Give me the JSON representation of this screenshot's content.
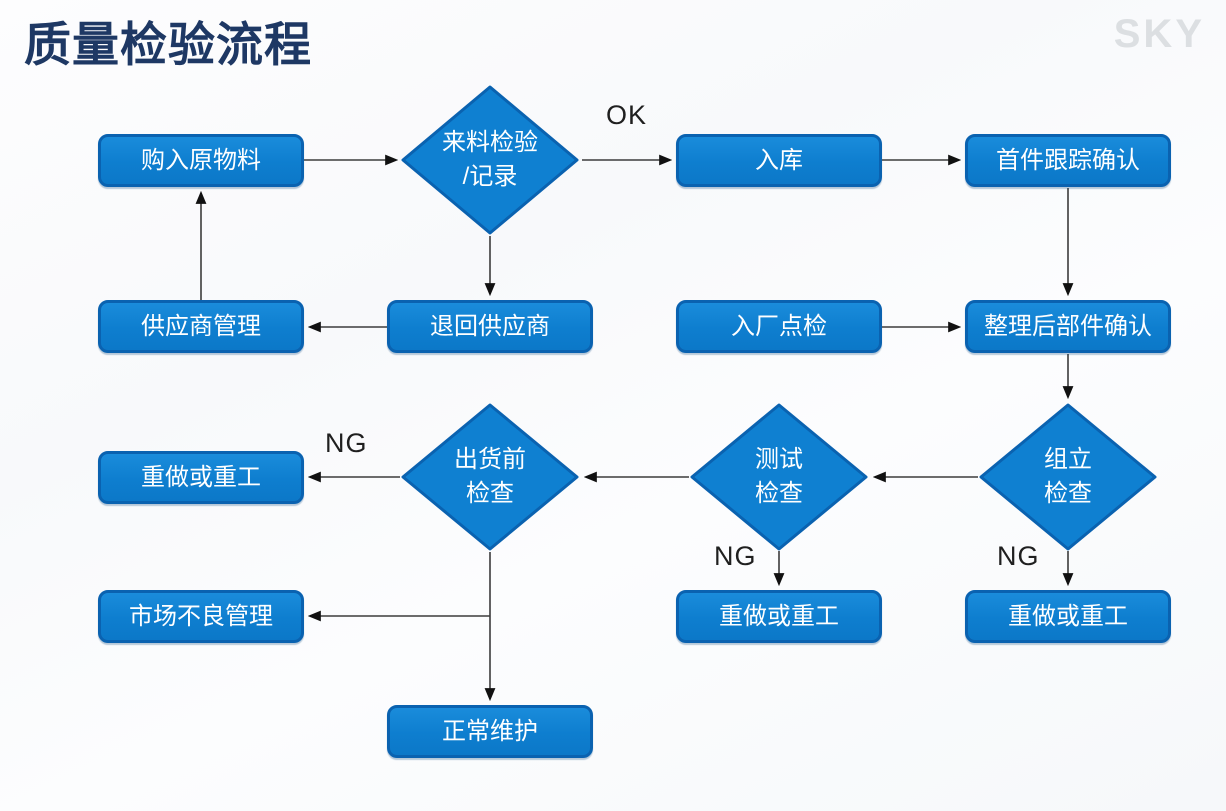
{
  "page": {
    "title": "质量检验流程",
    "watermark": "SKY"
  },
  "colors": {
    "node_fill": "#0e7ecf",
    "node_fill_light": "#1a8cdb",
    "node_border": "#0a62b0",
    "title": "#1e3864",
    "arrow": "#3c3c3c",
    "watermark": "#dcdfe2",
    "node_text": "#ffffff"
  },
  "diagram": {
    "nodes": [
      {
        "id": "purchase-raw-materials",
        "type": "process",
        "label": "购入原物料"
      },
      {
        "id": "incoming-inspection",
        "type": "decision",
        "label": "来料检验\n/记录"
      },
      {
        "id": "warehouse-in",
        "type": "process",
        "label": "入库"
      },
      {
        "id": "first-article-tracking",
        "type": "process",
        "label": "首件跟踪确认"
      },
      {
        "id": "supplier-management",
        "type": "process",
        "label": "供应商管理"
      },
      {
        "id": "return-to-supplier",
        "type": "process",
        "label": "退回供应商"
      },
      {
        "id": "factory-entry-check",
        "type": "process",
        "label": "入厂点检"
      },
      {
        "id": "post-arrangement-confirmation",
        "type": "process",
        "label": "整理后部件确认"
      },
      {
        "id": "rework-left",
        "type": "process",
        "label": "重做或重工"
      },
      {
        "id": "pre-shipment-inspection",
        "type": "decision",
        "label": "出货前\n检查"
      },
      {
        "id": "test-inspection",
        "type": "decision",
        "label": "测试\n检查"
      },
      {
        "id": "assembly-inspection",
        "type": "decision",
        "label": "组立\n检查"
      },
      {
        "id": "market-defect-management",
        "type": "process",
        "label": "市场不良管理"
      },
      {
        "id": "rework-middle",
        "type": "process",
        "label": "重做或重工"
      },
      {
        "id": "rework-right",
        "type": "process",
        "label": "重做或重工"
      },
      {
        "id": "normal-maintenance",
        "type": "process",
        "label": "正常维护"
      }
    ],
    "edges": [
      {
        "from": "purchase-raw-materials",
        "to": "incoming-inspection",
        "label": ""
      },
      {
        "from": "incoming-inspection",
        "to": "warehouse-in",
        "label": "OK"
      },
      {
        "from": "warehouse-in",
        "to": "first-article-tracking",
        "label": ""
      },
      {
        "from": "first-article-tracking",
        "to": "post-arrangement-confirmation",
        "label": ""
      },
      {
        "from": "incoming-inspection",
        "to": "return-to-supplier",
        "label": ""
      },
      {
        "from": "return-to-supplier",
        "to": "supplier-management",
        "label": ""
      },
      {
        "from": "supplier-management",
        "to": "purchase-raw-materials",
        "label": ""
      },
      {
        "from": "factory-entry-check",
        "to": "post-arrangement-confirmation",
        "label": ""
      },
      {
        "from": "post-arrangement-confirmation",
        "to": "assembly-inspection",
        "label": ""
      },
      {
        "from": "assembly-inspection",
        "to": "test-inspection",
        "label": ""
      },
      {
        "from": "test-inspection",
        "to": "pre-shipment-inspection",
        "label": ""
      },
      {
        "from": "pre-shipment-inspection",
        "to": "rework-left",
        "label": "NG"
      },
      {
        "from": "test-inspection",
        "to": "rework-middle",
        "label": "NG"
      },
      {
        "from": "assembly-inspection",
        "to": "rework-right",
        "label": "NG"
      },
      {
        "from": "pre-shipment-inspection",
        "to": "normal-maintenance",
        "label": ""
      },
      {
        "from": "pre-shipment-inspection",
        "to": "market-defect-management",
        "label": ""
      }
    ]
  }
}
